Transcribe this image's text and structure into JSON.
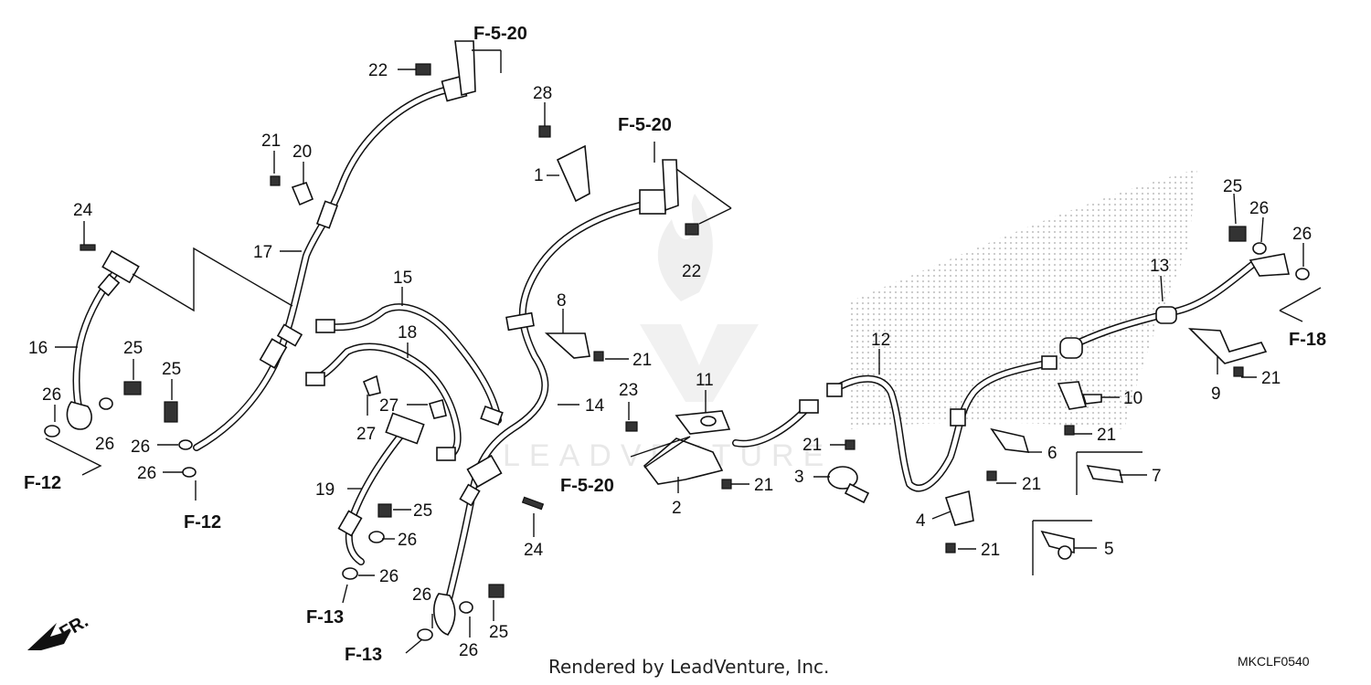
{
  "watermark_text": "LEADVENTURE",
  "credit": "Rendered by LeadVenture, Inc.",
  "diagram_code": "MKCLF0540",
  "front_marker": "FR.",
  "callouts": [
    {
      "id": "c1",
      "text": "1"
    },
    {
      "id": "c2",
      "text": "2"
    },
    {
      "id": "c3",
      "text": "3"
    },
    {
      "id": "c4",
      "text": "4"
    },
    {
      "id": "c5",
      "text": "5"
    },
    {
      "id": "c6",
      "text": "6"
    },
    {
      "id": "c7",
      "text": "7"
    },
    {
      "id": "c8",
      "text": "8"
    },
    {
      "id": "c9",
      "text": "9"
    },
    {
      "id": "c10",
      "text": "10"
    },
    {
      "id": "c11",
      "text": "11"
    },
    {
      "id": "c12",
      "text": "12"
    },
    {
      "id": "c13",
      "text": "13"
    },
    {
      "id": "c14",
      "text": "14"
    },
    {
      "id": "c15",
      "text": "15"
    },
    {
      "id": "c16",
      "text": "16"
    },
    {
      "id": "c17",
      "text": "17"
    },
    {
      "id": "c18",
      "text": "18"
    },
    {
      "id": "c19",
      "text": "19"
    },
    {
      "id": "c20",
      "text": "20"
    },
    {
      "id": "c21a",
      "text": "21"
    },
    {
      "id": "c21b",
      "text": "21"
    },
    {
      "id": "c21c",
      "text": "21"
    },
    {
      "id": "c21d",
      "text": "21"
    },
    {
      "id": "c21e",
      "text": "21"
    },
    {
      "id": "c21f",
      "text": "21"
    },
    {
      "id": "c21g",
      "text": "21"
    },
    {
      "id": "c21h",
      "text": "21"
    },
    {
      "id": "c21i",
      "text": "21"
    },
    {
      "id": "c22a",
      "text": "22"
    },
    {
      "id": "c22b",
      "text": "22"
    },
    {
      "id": "c23",
      "text": "23"
    },
    {
      "id": "c24a",
      "text": "24"
    },
    {
      "id": "c24b",
      "text": "24"
    },
    {
      "id": "c25a",
      "text": "25"
    },
    {
      "id": "c25b",
      "text": "25"
    },
    {
      "id": "c25c",
      "text": "25"
    },
    {
      "id": "c25d",
      "text": "25"
    },
    {
      "id": "c25e",
      "text": "25"
    },
    {
      "id": "c26a",
      "text": "26"
    },
    {
      "id": "c26b",
      "text": "26"
    },
    {
      "id": "c26c",
      "text": "26"
    },
    {
      "id": "c26d",
      "text": "26"
    },
    {
      "id": "c26e",
      "text": "26"
    },
    {
      "id": "c26f",
      "text": "26"
    },
    {
      "id": "c26g",
      "text": "26"
    },
    {
      "id": "c26h",
      "text": "26"
    },
    {
      "id": "c26i",
      "text": "26"
    },
    {
      "id": "c26j",
      "text": "26"
    },
    {
      "id": "c27a",
      "text": "27"
    },
    {
      "id": "c27b",
      "text": "27"
    },
    {
      "id": "c28",
      "text": "28"
    }
  ],
  "section_refs": [
    {
      "id": "r1",
      "text": "F-5-20"
    },
    {
      "id": "r2",
      "text": "F-5-20"
    },
    {
      "id": "r3",
      "text": "F-5-20"
    },
    {
      "id": "r4",
      "text": "F-12"
    },
    {
      "id": "r5",
      "text": "F-12"
    },
    {
      "id": "r6",
      "text": "F-13"
    },
    {
      "id": "r7",
      "text": "F-13"
    },
    {
      "id": "r8",
      "text": "F-18"
    }
  ]
}
